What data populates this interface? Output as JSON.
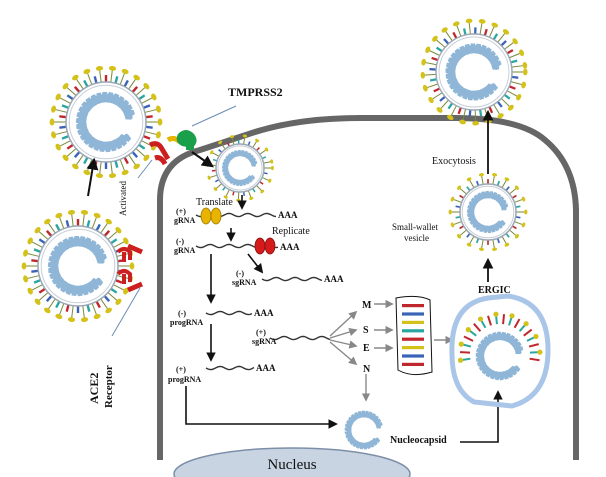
{
  "labels": {
    "tmprss2": "TMPRSS2",
    "activated": "Activated",
    "ace2": "ACE2",
    "receptor": "Receptor",
    "translate": "Translate",
    "replicate": "Replicate",
    "gRNA_pos_sign": "(+)",
    "gRNA_pos": "gRNA",
    "gRNA_neg_sign": "(-)",
    "gRNA_neg": "gRNA",
    "sgRNA_neg_sign": "(-)",
    "sgRNA_neg": "sgRNA",
    "progRNA_neg_sign": "(-)",
    "progRNA_neg": "progRNA",
    "sgRNA_pos_sign": "(+)",
    "sgRNA_pos": "sgRNA",
    "progRNA_pos_sign": "(+)",
    "progRNA_pos": "progRNA",
    "polyA": "AAA",
    "m": "M",
    "s": "S",
    "e": "E",
    "n": "N",
    "ergic": "ERGIC",
    "exocytosis": "Exocytosis",
    "vesicle_line1": "Small-wallet",
    "vesicle_line2": "vesicle",
    "nucleocapsid": "Nucleocapsid",
    "nucleus": "Nucleus"
  },
  "colors": {
    "membrane": "#666666",
    "spike_yellow": "#d4c21a",
    "spike_red": "#c0272d",
    "spike_blue": "#3a63b8",
    "spike_teal": "#2aa6a0",
    "rna_blue": "#8fb6d6",
    "receptor_red": "#cc1f1f",
    "tmprss2_green": "#1aa04a",
    "ribosome_yellow": "#e8b400",
    "polymerase_red": "#d41a1a",
    "nucleus_fill": "#c9d4e3",
    "ergic_blue": "#a9c6e8"
  }
}
